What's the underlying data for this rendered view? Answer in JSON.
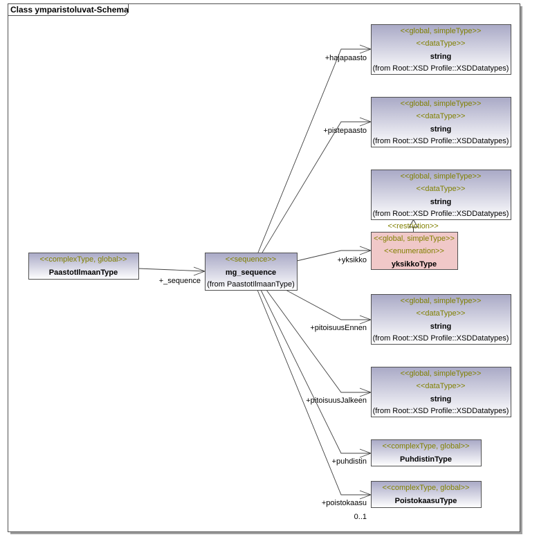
{
  "diagram": {
    "title": "Class ymparistoluvat-Schema",
    "colors": {
      "class_gradient_top": "#a9a9c6",
      "class_gradient_bottom": "#ffffff",
      "enum_fill": "#f0c8c8",
      "stereotype_text": "#808000",
      "border": "#505050"
    },
    "classes": [
      {
        "id": "paastot",
        "stereotypes": [
          "<<complexType, global>>"
        ],
        "name": "PaastotIlmaanType",
        "from": ""
      },
      {
        "id": "mg",
        "stereotypes": [
          "<<sequence>>"
        ],
        "name": "mg_sequence",
        "from": "(from PaastotIlmaanType)"
      },
      {
        "id": "s1",
        "stereotypes": [
          "<<global, simpleType>>",
          "<<dataType>>"
        ],
        "name": "string",
        "from": "(from Root::XSD Profile::XSDDatatypes)"
      },
      {
        "id": "s2",
        "stereotypes": [
          "<<global, simpleType>>",
          "<<dataType>>"
        ],
        "name": "string",
        "from": "(from Root::XSD Profile::XSDDatatypes)"
      },
      {
        "id": "s3",
        "stereotypes": [
          "<<global, simpleType>>",
          "<<dataType>>"
        ],
        "name": "string",
        "from": "(from Root::XSD Profile::XSDDatatypes)"
      },
      {
        "id": "yks",
        "stereotypes": [
          "<<global, simpleType>>",
          "<<enumeration>>"
        ],
        "name": "yksikkoType",
        "from": "",
        "kind": "enumeration"
      },
      {
        "id": "s4",
        "stereotypes": [
          "<<global, simpleType>>",
          "<<dataType>>"
        ],
        "name": "string",
        "from": "(from Root::XSD Profile::XSDDatatypes)"
      },
      {
        "id": "s5",
        "stereotypes": [
          "<<global, simpleType>>",
          "<<dataType>>"
        ],
        "name": "string",
        "from": "(from Root::XSD Profile::XSDDatatypes)"
      },
      {
        "id": "puh",
        "stereotypes": [
          "<<complexType, global>>"
        ],
        "name": "PuhdistinType",
        "from": ""
      },
      {
        "id": "poi",
        "stereotypes": [
          "<<complexType, global>>"
        ],
        "name": "PoistokaasuType",
        "from": ""
      }
    ],
    "associations": [
      {
        "from": "paastot",
        "to": "mg",
        "role": "+_sequence"
      },
      {
        "from": "mg",
        "to": "s1",
        "role": "+hajapaasto"
      },
      {
        "from": "mg",
        "to": "s2",
        "role": "+pistepaasto"
      },
      {
        "from": "mg",
        "to": "yks",
        "role": "+yksikko"
      },
      {
        "from": "mg",
        "to": "s4",
        "role": "+pitoisuusEnnen"
      },
      {
        "from": "mg",
        "to": "s5",
        "role": "+pitoisuusJalkeen"
      },
      {
        "from": "mg",
        "to": "puh",
        "role": "+puhdistin"
      },
      {
        "from": "mg",
        "to": "poi",
        "role": "+poistokaasu",
        "multiplicity": "0..1"
      }
    ],
    "generalizations": [
      {
        "from": "yks",
        "to": "s3",
        "stereotype": "<<restriction>>"
      }
    ]
  }
}
